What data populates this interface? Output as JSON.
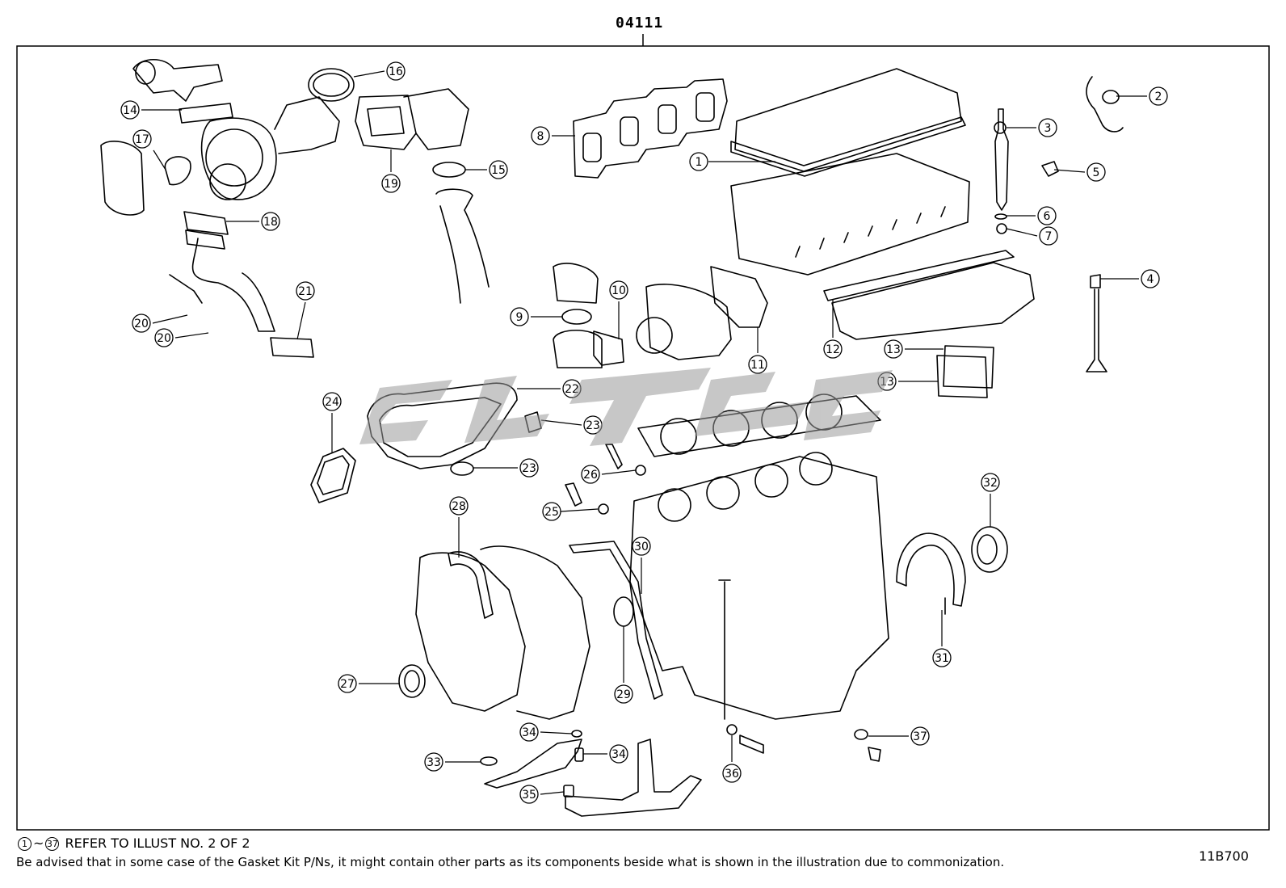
{
  "kit_part_number": "04111",
  "illustration_code": "11B700",
  "notes": {
    "range_start": "1",
    "range_tilde": "~",
    "range_end": "37",
    "refer_text": "REFER TO ILLUST NO. 2 OF 2",
    "disclaimer": "Be advised that in some case of the Gasket Kit P/Ns,  it might contain other parts as its components beside what is shown in the illustration due to commonization."
  },
  "callouts": [
    "1",
    "2",
    "3",
    "4",
    "5",
    "6",
    "7",
    "8",
    "9",
    "10",
    "11",
    "12",
    "13",
    "13",
    "14",
    "15",
    "16",
    "17",
    "18",
    "19",
    "20",
    "20",
    "21",
    "22",
    "23",
    "23",
    "24",
    "25",
    "26",
    "27",
    "28",
    "29",
    "30",
    "31",
    "32",
    "33",
    "34",
    "34",
    "35",
    "36",
    "37"
  ],
  "colors": {
    "line": "#000000",
    "watermark": "#9a9a9a",
    "background": "#ffffff"
  }
}
